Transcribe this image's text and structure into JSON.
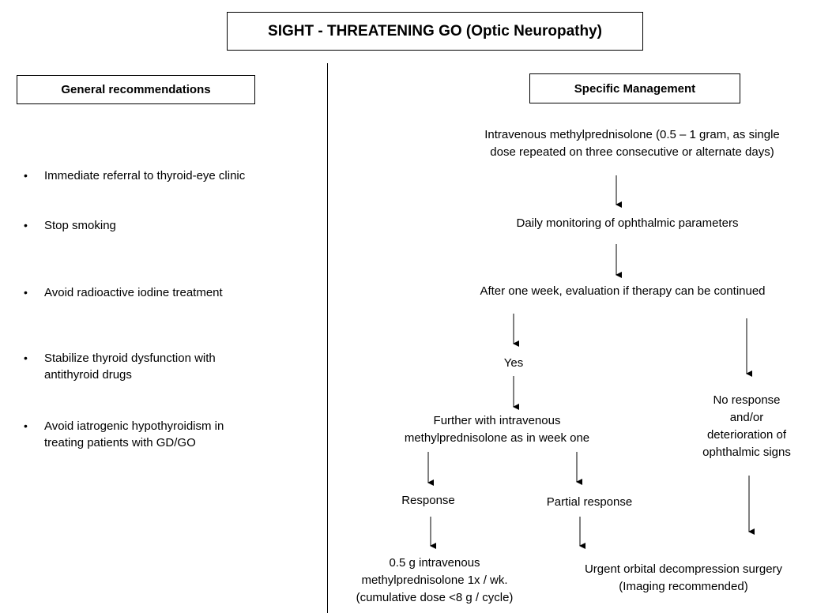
{
  "title": "SIGHT - THREATENING GO (Optic Neuropathy)",
  "general": {
    "header": "General recommendations",
    "items": [
      "Immediate referral to thyroid-eye clinic",
      "Stop smoking",
      "Avoid radioactive iodine treatment",
      "Stabilize thyroid dysfunction with antithyroid drugs",
      "Avoid iatrogenic hypothyroidism in treating patients with GD/GO"
    ]
  },
  "specific": {
    "header": "Specific Management",
    "ivmp": {
      "line1": "Intravenous methylprednisolone (0.5 – 1 gram, as single",
      "line2": "dose repeated on three consecutive or alternate days)"
    },
    "daily_monitoring": "Daily monitoring of ophthalmic parameters",
    "evaluation": "After one week, evaluation if therapy can be continued",
    "yes": "Yes",
    "further": {
      "line1": "Further with intravenous",
      "line2": "methylprednisolone as in week one"
    },
    "no_response": {
      "line1": "No response",
      "line2": "and/or",
      "line3": "deterioration of",
      "line4": "ophthalmic signs"
    },
    "response": "Response",
    "partial_response": "Partial response",
    "maintenance": {
      "line1": "0.5 g intravenous",
      "line2": "methylprednisolone 1x / wk.",
      "line3": "(cumulative dose <8 g / cycle)"
    },
    "surgery": {
      "line1": "Urgent orbital decompression surgery",
      "line2": "(Imaging recommended)"
    }
  }
}
